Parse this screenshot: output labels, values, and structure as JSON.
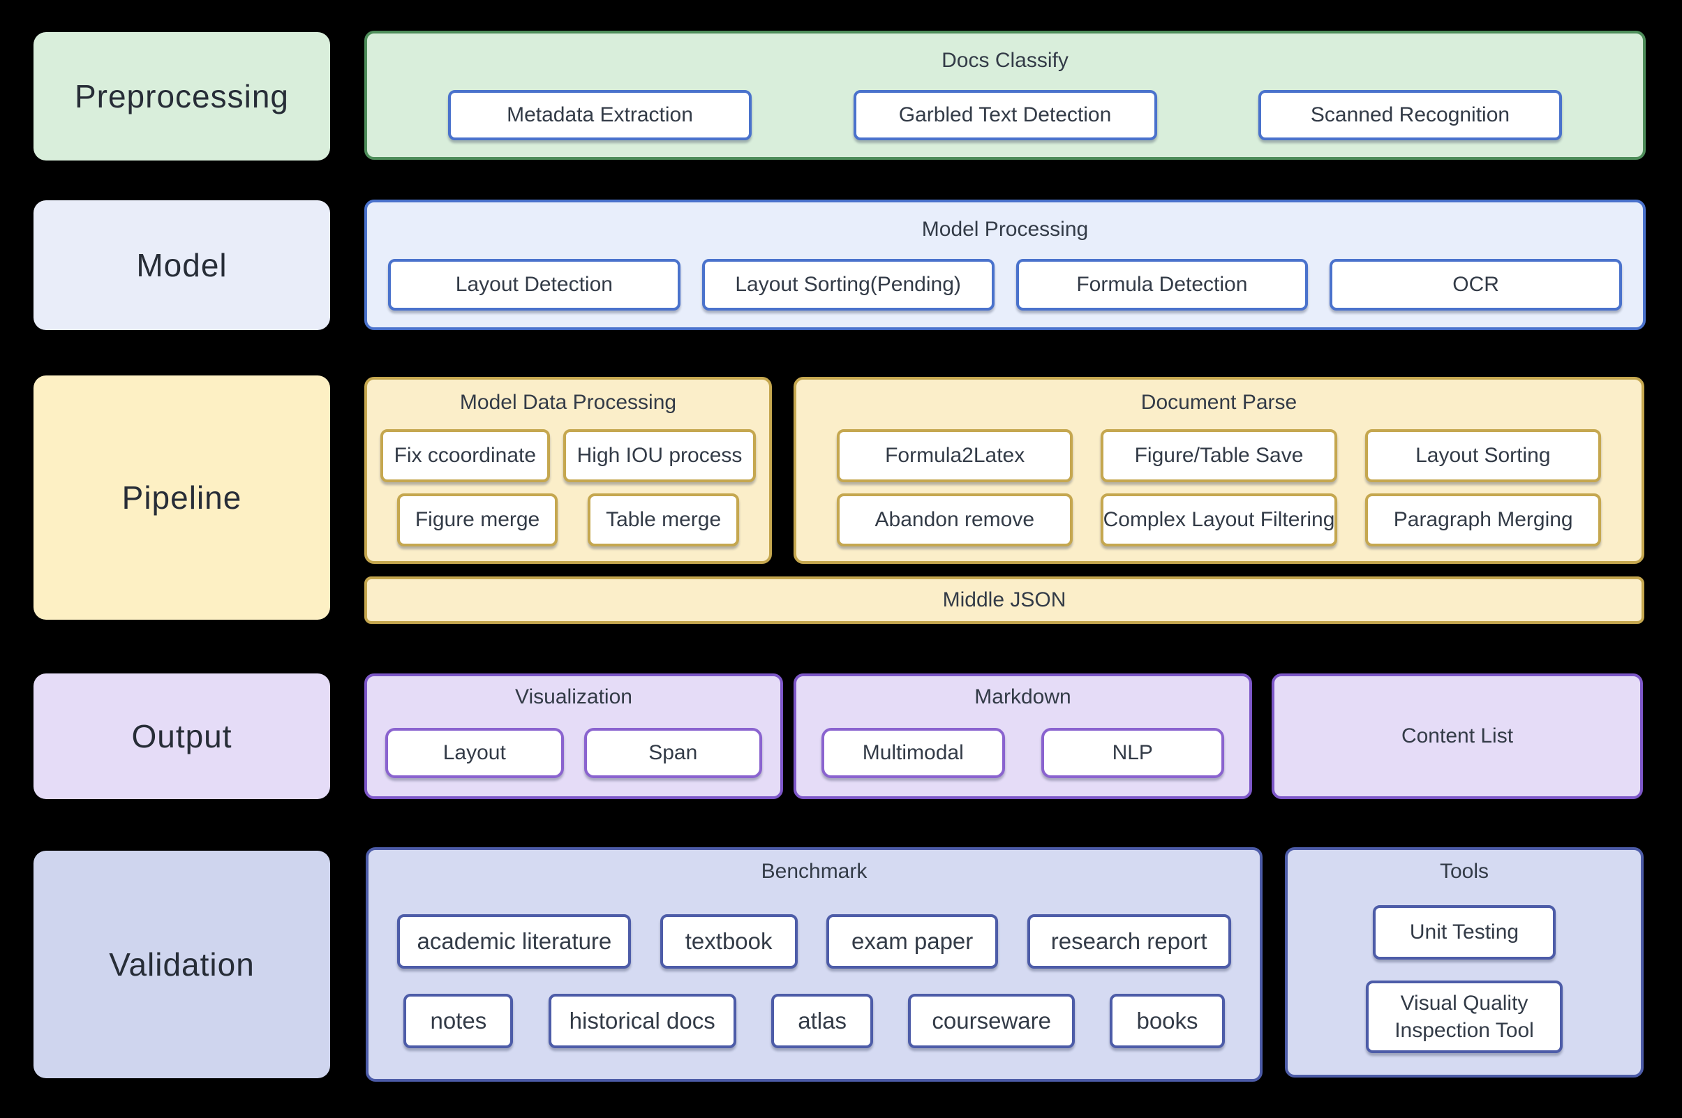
{
  "theme": {
    "green": {
      "label_fill": "#d9eedb",
      "fill": "#d9eedb",
      "border": "#4e8d5a",
      "box_border": "#4a72cc"
    },
    "blue": {
      "label_fill": "#e9edf9",
      "fill": "#e8eefb",
      "border": "#4a72cc",
      "box_border": "#4a72cc"
    },
    "yellow": {
      "label_fill": "#fdf0c4",
      "fill": "#fbeec9",
      "border": "#c5a74f",
      "box_border": "#c5a74f"
    },
    "purple": {
      "label_fill": "#e5dcf7",
      "fill": "#e5dcf7",
      "border": "#7d57c8",
      "box_border": "#8a63cf"
    },
    "slate": {
      "label_fill": "#cfd5ee",
      "fill": "#d5daf2",
      "border": "#4d5ca8",
      "box_border": "#4d5ca8"
    }
  },
  "rows": [
    {
      "label": "Preprocessing",
      "containers": [
        {
          "title": "Docs Classify",
          "items": [
            "Metadata Extraction",
            "Garbled Text Detection",
            "Scanned Recognition"
          ]
        }
      ]
    },
    {
      "label": "Model",
      "containers": [
        {
          "title": "Model Processing",
          "items": [
            "Layout Detection",
            "Layout Sorting(Pending)",
            "Formula Detection",
            "OCR"
          ]
        }
      ]
    },
    {
      "label": "Pipeline",
      "containers": [
        {
          "title": "Model Data Processing",
          "rows": [
            [
              "Fix ccoordinate",
              "High IOU process"
            ],
            [
              "Figure merge",
              "Table merge"
            ]
          ]
        },
        {
          "title": "Document Parse",
          "rows": [
            [
              "Formula2Latex",
              "Figure/Table Save",
              "Layout Sorting"
            ],
            [
              "Abandon remove",
              "Complex Layout Filtering",
              "Paragraph Merging"
            ]
          ]
        }
      ],
      "bar": "Middle JSON"
    },
    {
      "label": "Output",
      "containers": [
        {
          "title": "Visualization",
          "items": [
            "Layout",
            "Span"
          ]
        },
        {
          "title": "Markdown",
          "items": [
            "Multimodal",
            "NLP"
          ]
        },
        {
          "title": "Content List",
          "items": []
        }
      ]
    },
    {
      "label": "Validation",
      "containers": [
        {
          "title": "Benchmark",
          "rows": [
            [
              "academic literature",
              "textbook",
              "exam paper",
              "research report"
            ],
            [
              "notes",
              "historical docs",
              "atlas",
              "courseware",
              "books"
            ]
          ]
        },
        {
          "title": "Tools",
          "rows": [
            [
              "Unit Testing"
            ],
            [
              "Visual Quality Inspection Tool"
            ]
          ]
        }
      ]
    }
  ]
}
